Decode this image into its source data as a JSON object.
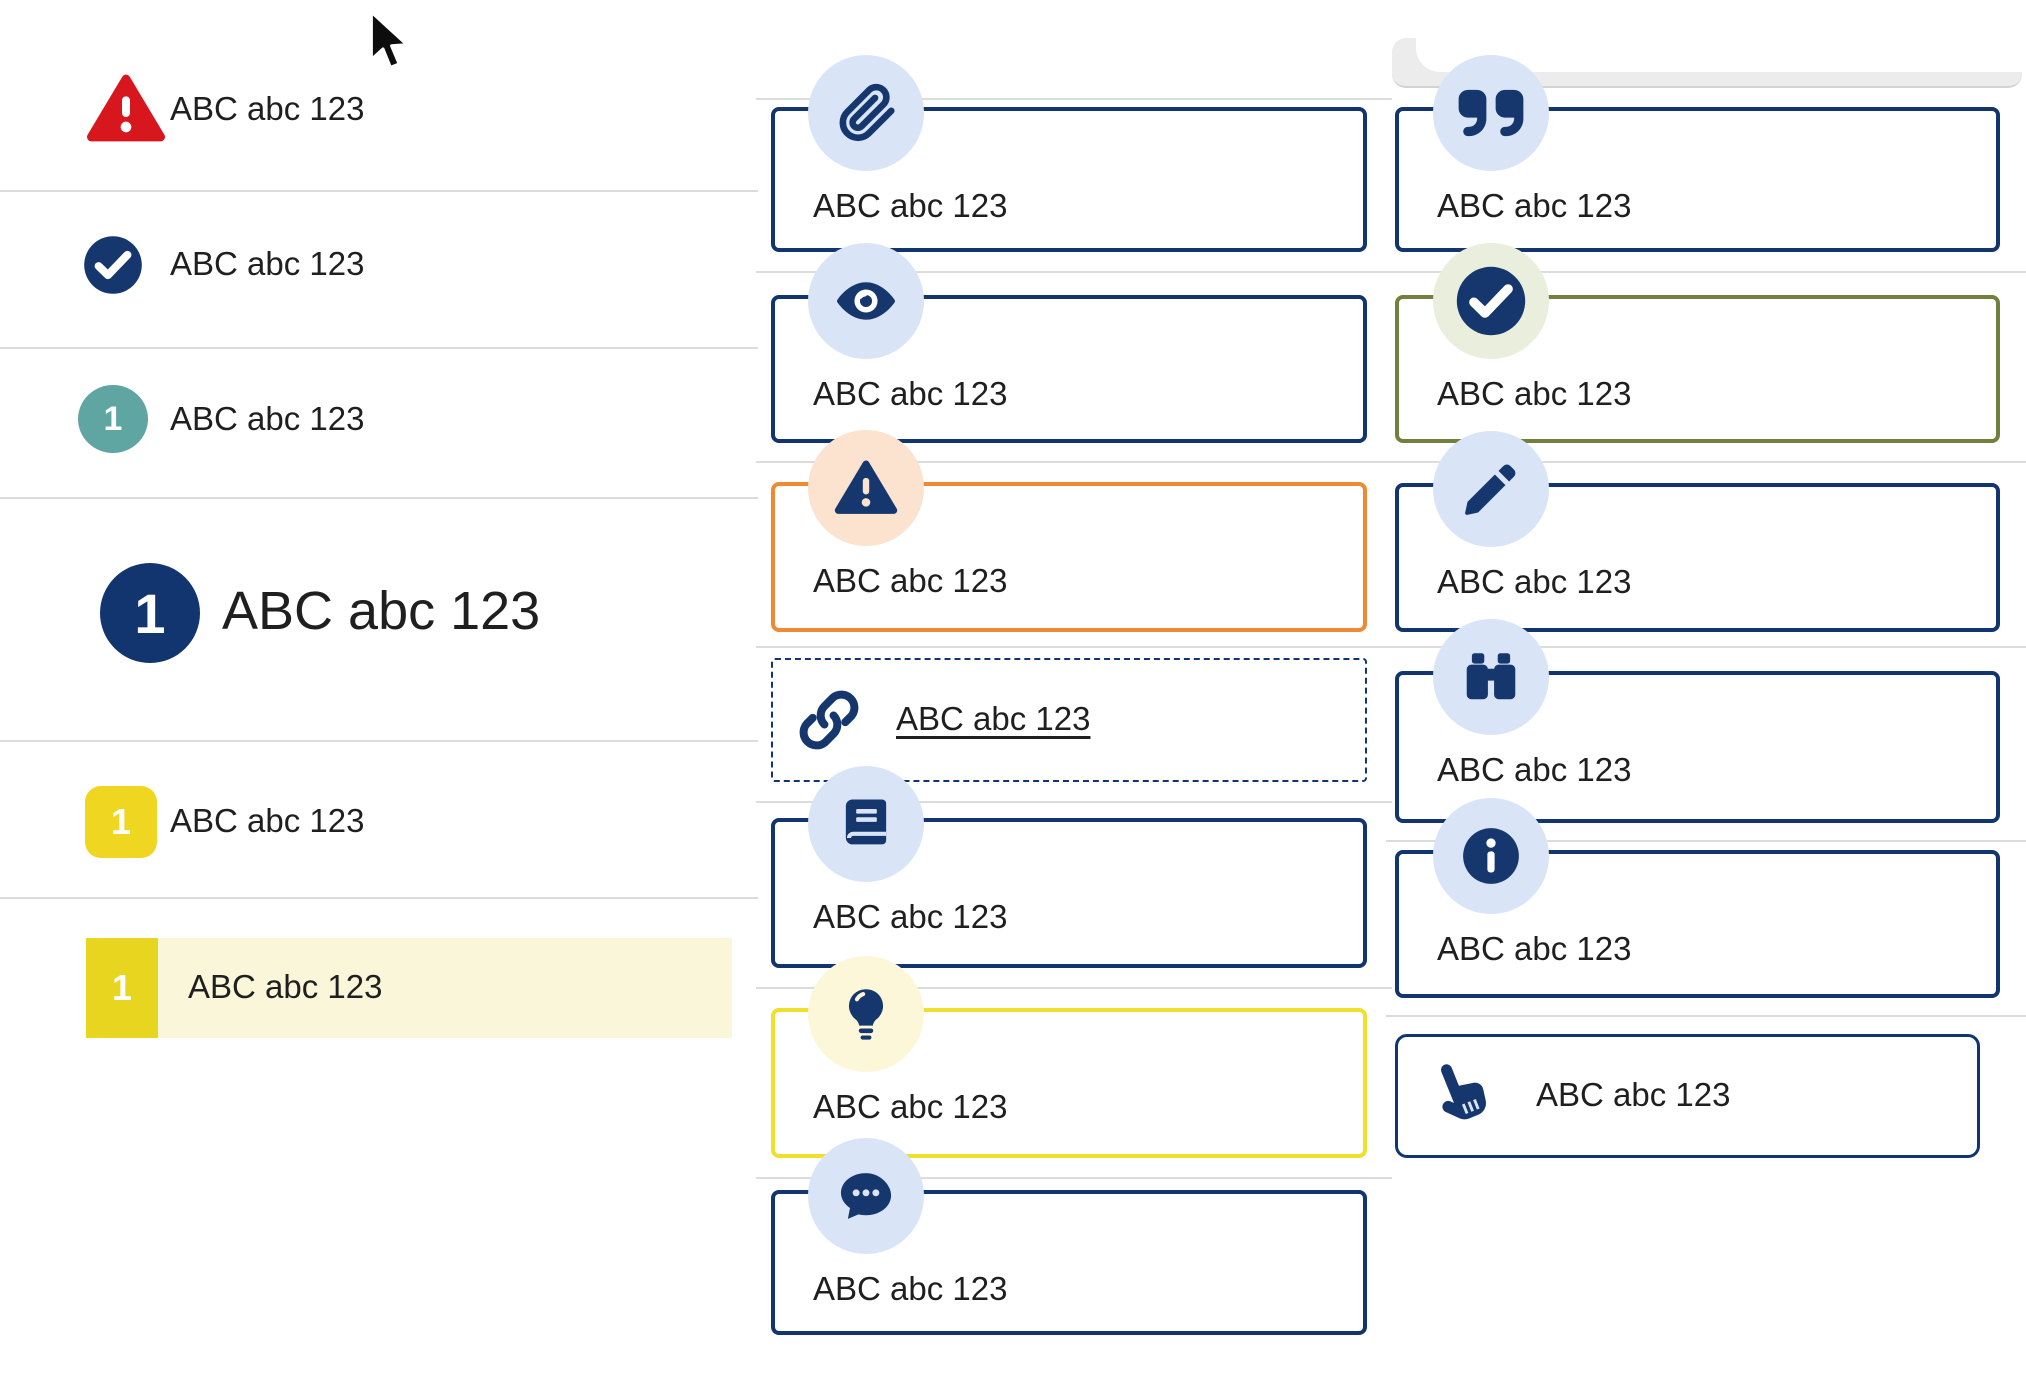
{
  "colors": {
    "navy": "#12356f",
    "icon_navy": "#16376d",
    "red": "#d7161d",
    "teal": "#5fa5a2",
    "yellow_badge": "#eed621",
    "yellow_border": "#f0df2b",
    "orange_border": "#ee8a31",
    "olive_border": "#72803e",
    "light_blue_circle": "#d9e5f7",
    "peach_circle": "#fbe3d0",
    "pale_green_circle": "#e9efdc",
    "pale_yellow_circle": "#fdf7d9",
    "highlight_band": "#faf6d9",
    "divider": "#dcdcdc",
    "text": "#1f1f1f"
  },
  "left_list": {
    "items": [
      {
        "icon": "alert-triangle-icon",
        "label": "ABC abc 123"
      },
      {
        "icon": "check-circle-icon",
        "label": "ABC abc 123"
      },
      {
        "badge": "1",
        "label": "ABC abc 123"
      },
      {
        "badge": "1",
        "label": "ABC abc 123"
      },
      {
        "badge": "1",
        "label": "ABC abc 123"
      },
      {
        "badge": "1",
        "label": "ABC abc 123"
      }
    ]
  },
  "middle_cards": [
    {
      "icon": "paperclip-icon",
      "label": "ABC abc 123"
    },
    {
      "icon": "eye-icon",
      "label": "ABC abc 123"
    },
    {
      "icon": "alert-triangle-icon",
      "label": "ABC abc 123"
    },
    {
      "icon": "link-icon",
      "label": "ABC abc 123"
    },
    {
      "icon": "book-icon",
      "label": "ABC abc 123"
    },
    {
      "icon": "lightbulb-icon",
      "label": "ABC abc 123"
    },
    {
      "icon": "chat-icon",
      "label": "ABC abc 123"
    }
  ],
  "right_cards": [
    {
      "icon": "quote-icon",
      "label": "ABC abc 123"
    },
    {
      "icon": "check-circle-icon",
      "label": "ABC abc 123"
    },
    {
      "icon": "pencil-icon",
      "label": "ABC abc 123"
    },
    {
      "icon": "binoculars-icon",
      "label": "ABC abc 123"
    },
    {
      "icon": "info-icon",
      "label": "ABC abc 123"
    },
    {
      "icon": "hand-pointer-icon",
      "label": "ABC abc 123"
    }
  ]
}
